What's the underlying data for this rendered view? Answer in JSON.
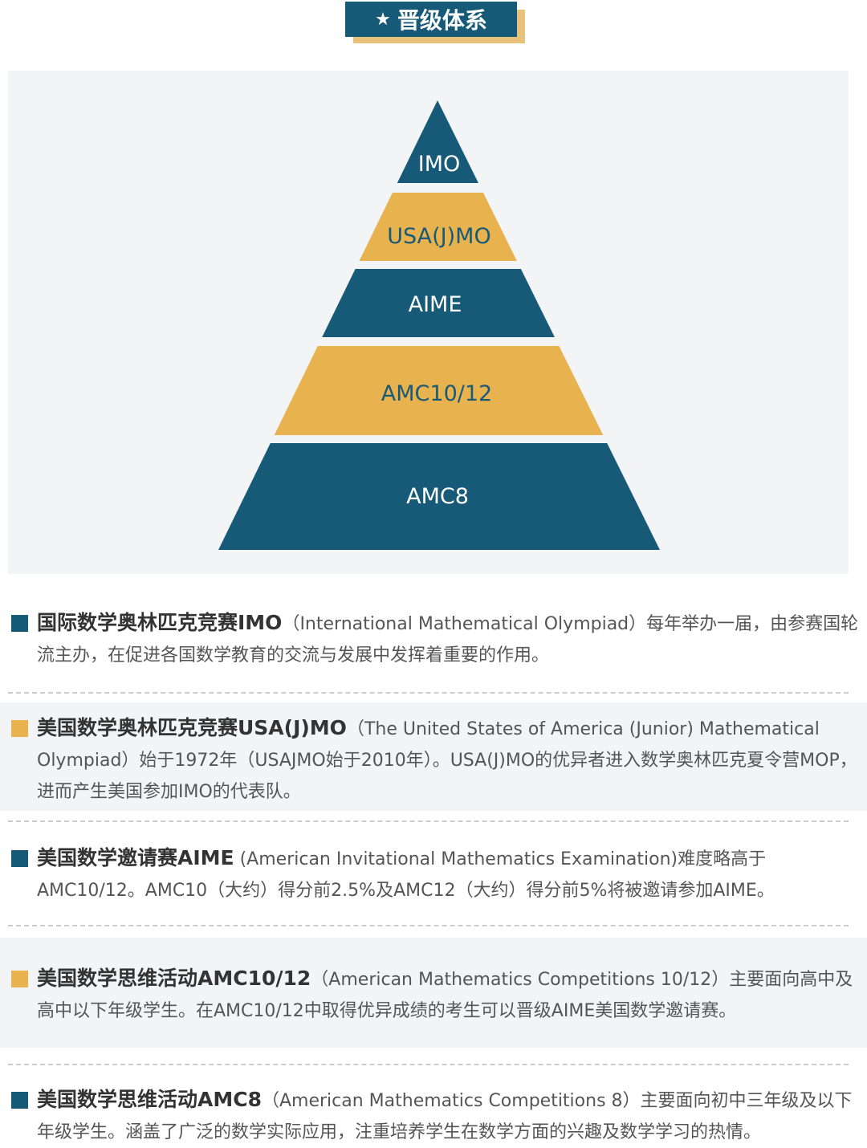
{
  "header": {
    "icon": "star-icon",
    "star": "★",
    "title": "晋级体系"
  },
  "colors": {
    "teal": "#175a78",
    "gold": "#e8b24e"
  },
  "pyramid": {
    "levels": [
      "IMO",
      "USA(J)MO",
      "AIME",
      "AMC10/12",
      "AMC8"
    ]
  },
  "items": [
    {
      "title": "国际数学奥林匹克竞赛IMO",
      "text": "（International Mathematical Olympiad）每年举办一届，由参赛国轮流主办，在促进各国数学教育的交流与发展中发挥着重要的作用。"
    },
    {
      "title": "美国数学奥林匹克竞赛USA(J)MO",
      "text": "（The United States of America (Junior) Mathematical Olympiad）始于1972年（USAJMO始于2010年）。USA(J)MO的优异者进入数学奥林匹克夏令营MOP，进而产生美国参加IMO的代表队。"
    },
    {
      "title": "美国数学邀请赛AIME",
      "text": " (American Invitational Mathematics Examination)难度略高于AMC10/12。AMC10（大约）得分前2.5%及AMC12（大约）得分前5%将被邀请参加AIME。"
    },
    {
      "title": "美国数学思维活动AMC10/12",
      "text": "（American Mathematics Competitions 10/12）主要面向高中及高中以下年级学生。在AMC10/12中取得优异成绩的考生可以晋级AIME美国数学邀请赛。"
    },
    {
      "title": "美国数学思维活动AMC8",
      "text": "（American Mathematics Competitions 8）主要面向初中三年级及以下年级学生。涵盖了广泛的数学实际应用，注重培养学生在数学方面的兴趣及数学学习的热情。"
    }
  ]
}
